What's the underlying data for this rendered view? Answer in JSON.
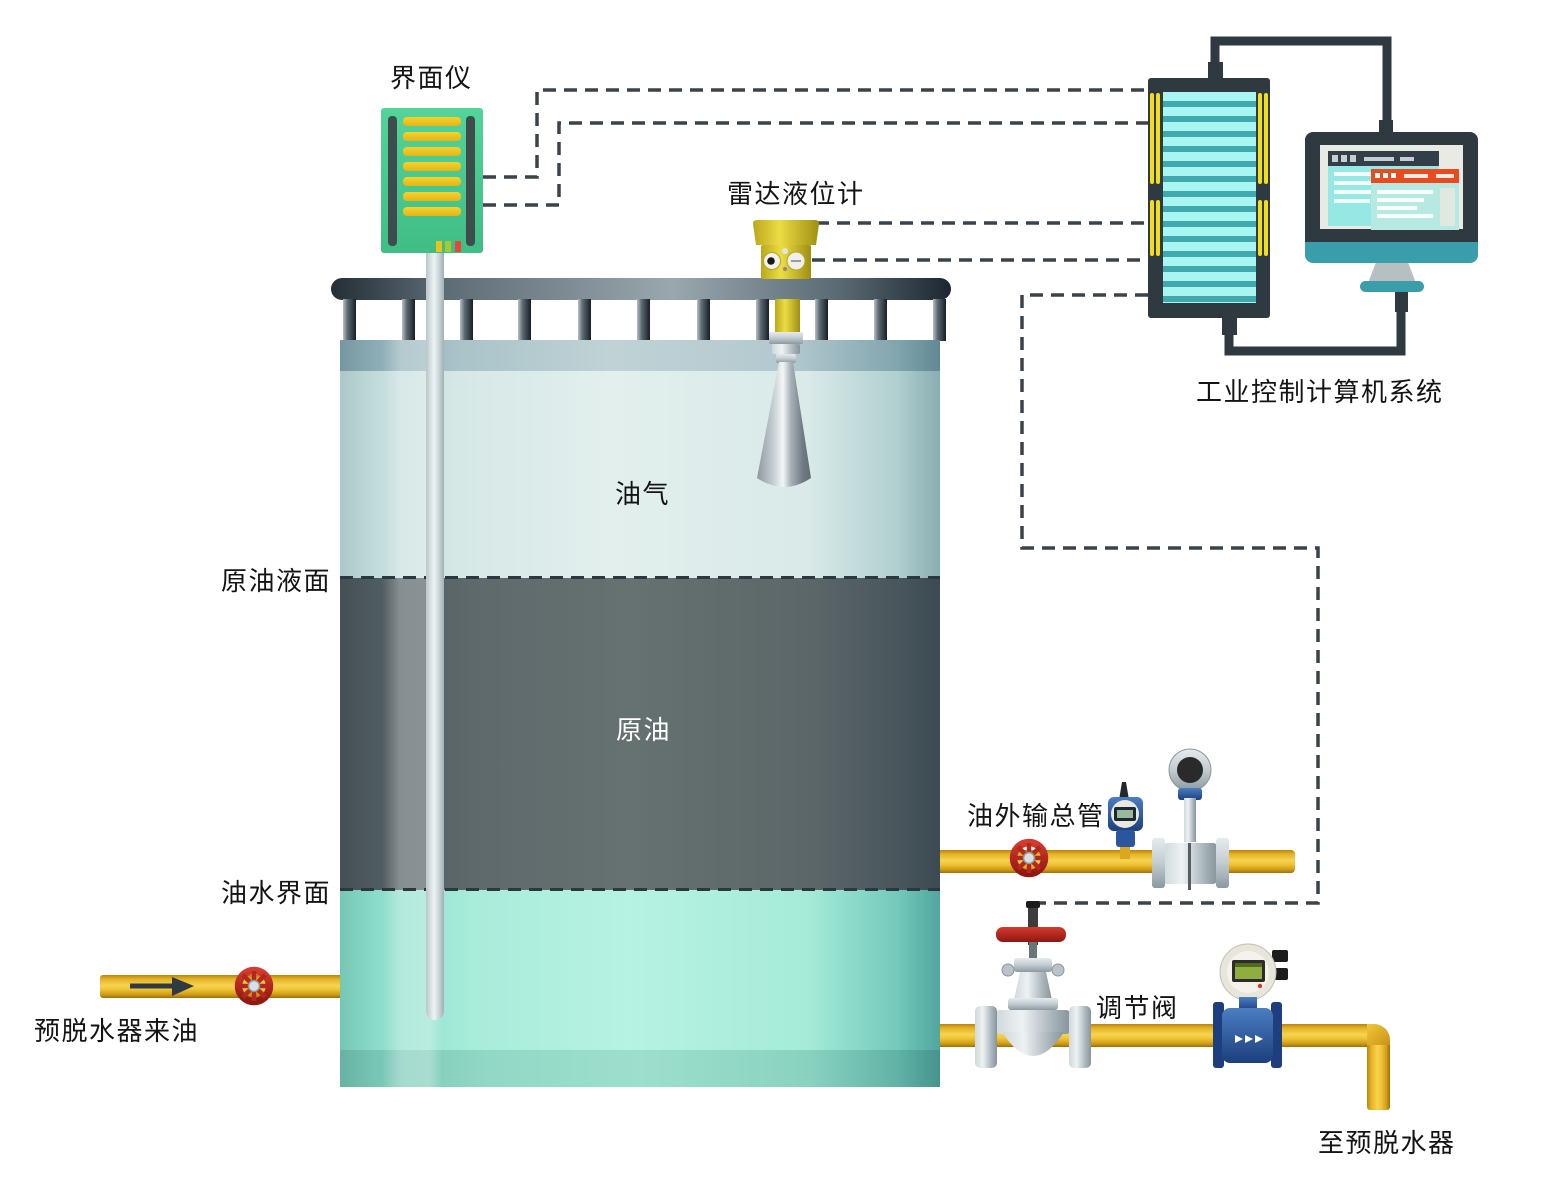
{
  "diagram": {
    "devices": {
      "interface_meter": {
        "label": "界面仪"
      },
      "radar_gauge": {
        "label": "雷达液位计"
      },
      "computer_system": {
        "label": "工业控制计算机系统"
      },
      "control_valve": {
        "label": "调节阀"
      }
    },
    "tank": {
      "gas_label": "油气",
      "oil_label": "原油",
      "oil_level_label": "原油液面",
      "water_interface_label": "油水界面"
    },
    "pipes": {
      "inlet_label": "预脱水器来油",
      "export_label": "油外输总管",
      "outlet_label": "至预脱水器"
    },
    "colors": {
      "pipe_yellow": "#E7B524",
      "valve_red": "#C1271D",
      "handwheel_red": "#C02A20",
      "meter_green": "#4CCB92",
      "device_yellow": "#D8C52E",
      "dark_frame": "#2E3940",
      "panel_cyan": "#A9F5F1",
      "panel_stripe_teal": "#3FA9AD",
      "side_bar_yellow": "#F2DC20",
      "monitor_teal": "#3A9DAA",
      "screen_orange": "#E84C1E",
      "oil_gas_layer": "#DCEBE9",
      "crude_oil_layer": "#5C6868",
      "water_layer": "#A8ECDA",
      "signal_line": "#39434B"
    }
  }
}
